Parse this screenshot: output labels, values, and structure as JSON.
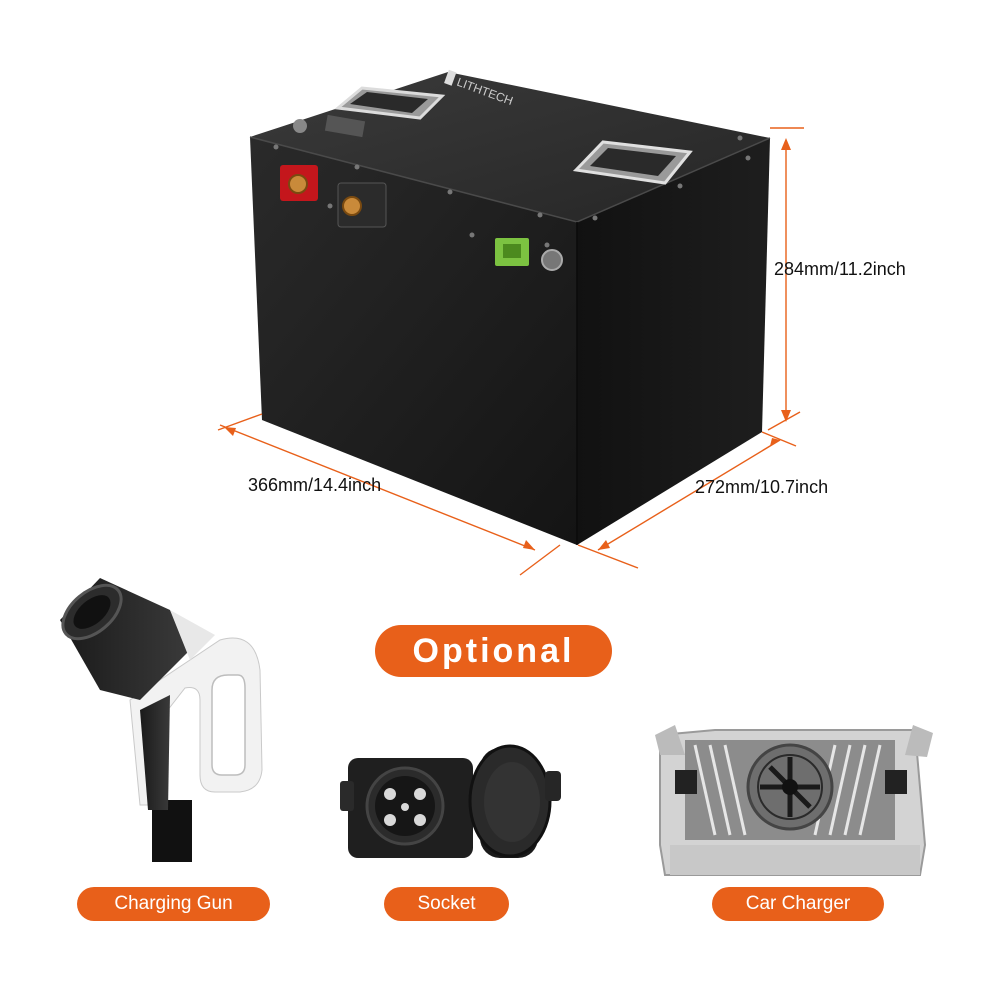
{
  "product": {
    "brand_logo_text": "LITHTECH",
    "colors": {
      "accent": "#e8601a",
      "battery_body": "#1c1c1c",
      "dimension_line": "#e8601a"
    }
  },
  "dimensions": {
    "height": "284mm/11.2inch",
    "length": "366mm/14.4inch",
    "width": "272mm/10.7inch"
  },
  "optional_label": "Optional",
  "accessories": [
    {
      "label": "Charging Gun",
      "icon": "charging-gun-icon"
    },
    {
      "label": "Socket",
      "icon": "socket-icon"
    },
    {
      "label": "Car Charger",
      "icon": "car-charger-icon"
    }
  ]
}
